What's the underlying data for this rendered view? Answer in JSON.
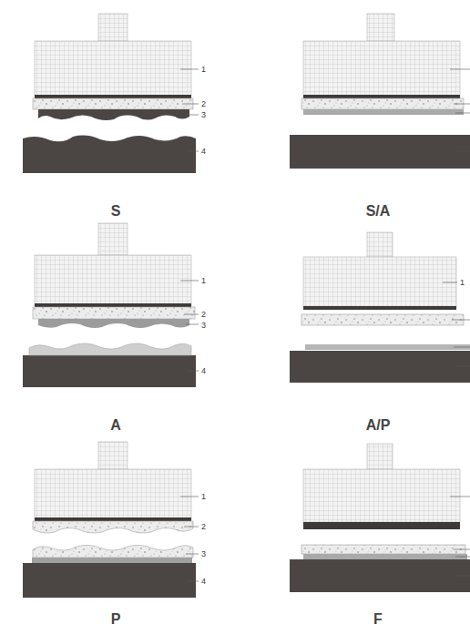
{
  "diagram": {
    "labels": [
      "1",
      "2",
      "3",
      "4",
      "S",
      "S/A",
      "1",
      "2",
      "3",
      "4",
      "A",
      "1",
      "A/P",
      "1",
      "2",
      "3",
      "4",
      "P",
      "F"
    ]
  }
}
